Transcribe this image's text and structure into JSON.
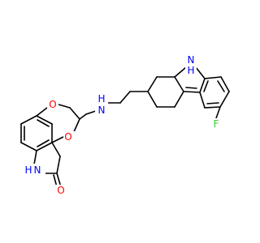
{
  "molecule": {
    "atoms": {
      "o_dioxane_top": {
        "symbol": "O",
        "color": "#ff0000"
      },
      "o_dioxane_bottom": {
        "symbol": "O",
        "color": "#ff0000"
      },
      "amine_nh": {
        "symbol": "H\nN",
        "color": "#0000ff"
      },
      "lactam_nh": {
        "symbol": "H\nN",
        "color": "#0000ff"
      },
      "carbonyl_o": {
        "symbol": "O",
        "color": "#ff0000"
      },
      "carbazole_nh": {
        "symbol": "N\nH",
        "color": "#0000ff"
      },
      "fluorine": {
        "symbol": "F",
        "color": "#33cc33"
      }
    },
    "colors": {
      "bond": "#000000",
      "oxygen": "#ff0000",
      "nitrogen": "#0000ff",
      "fluorine": "#33cc33"
    }
  }
}
